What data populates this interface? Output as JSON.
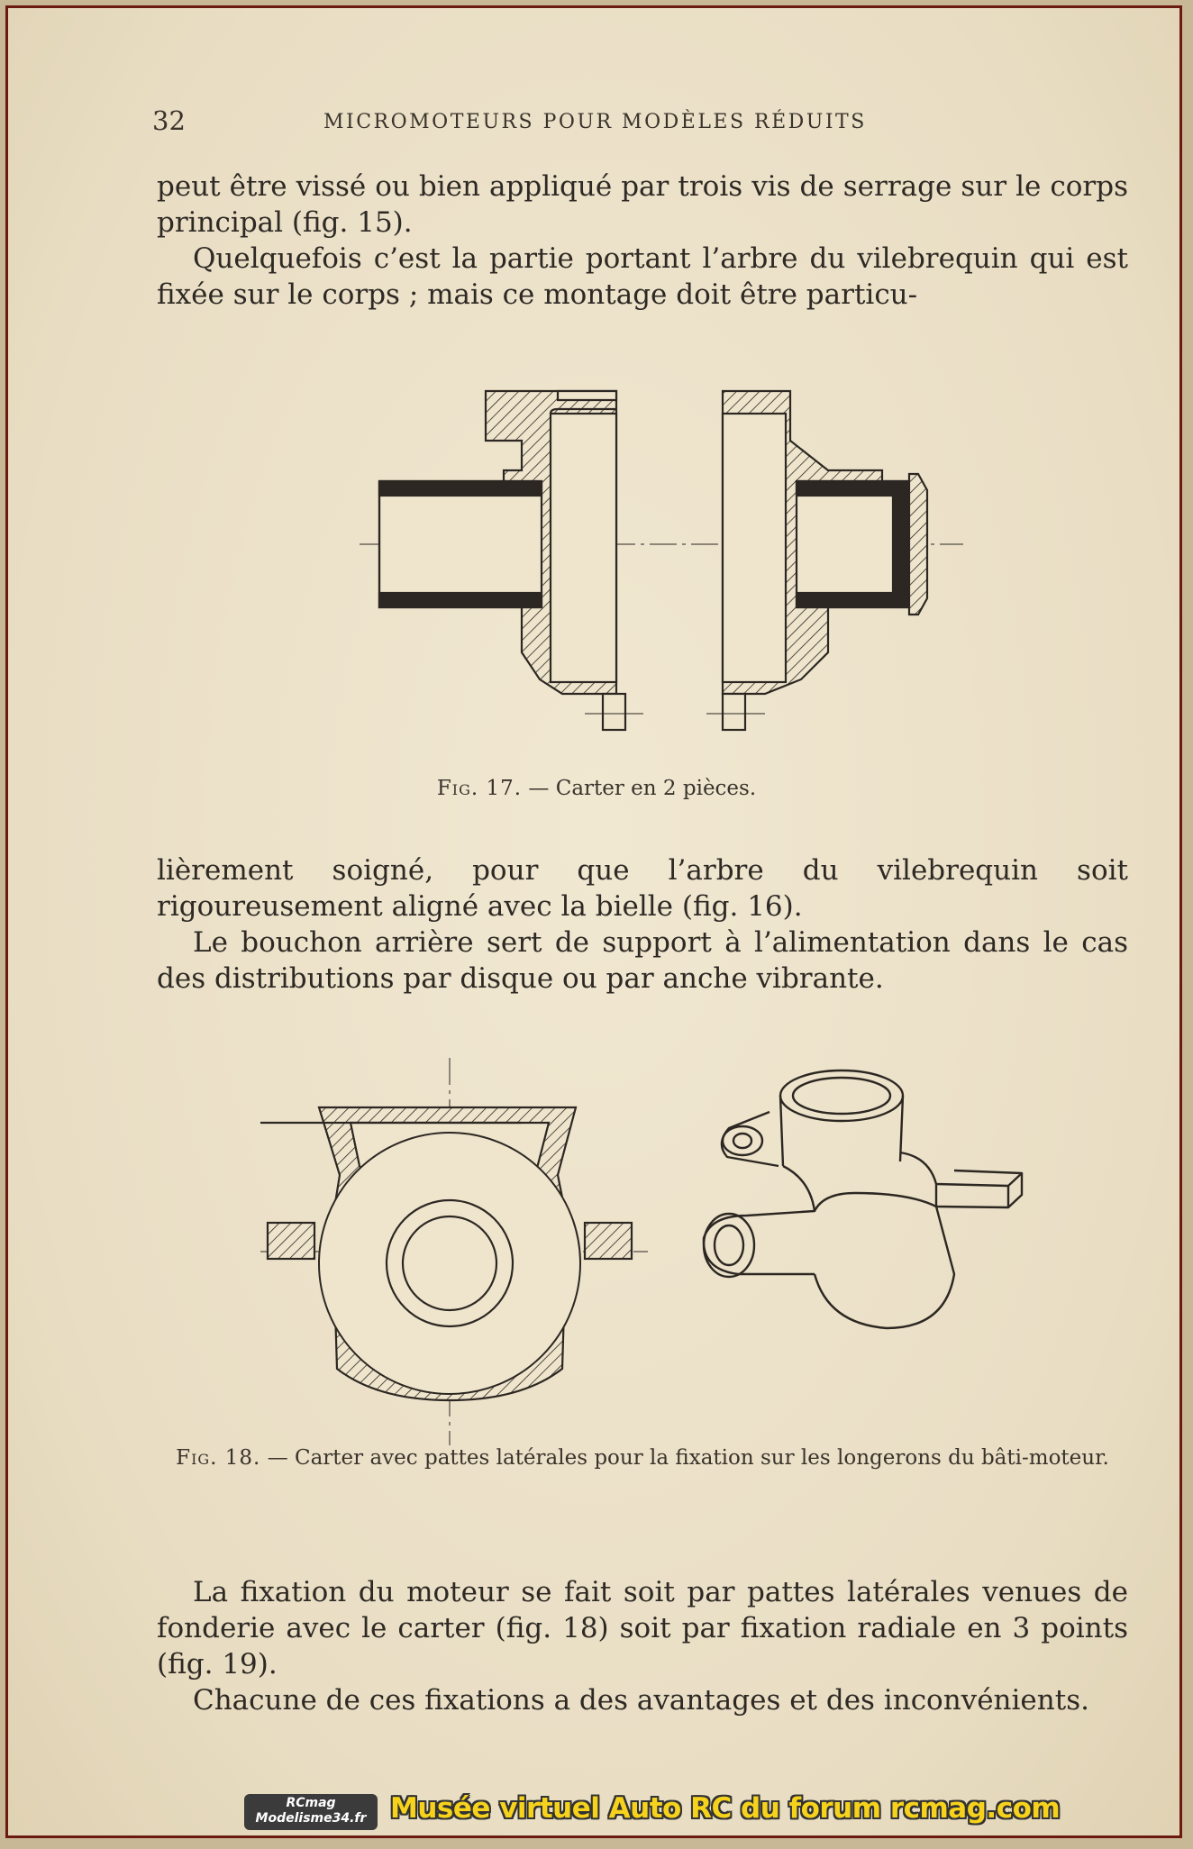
{
  "header": {
    "page_number": "32",
    "running_title": "MICROMOTEURS POUR MODÈLES RÉDUITS"
  },
  "paragraphs": {
    "p1": "peut être vissé ou bien appliqué par trois vis de serrage sur le corps principal (fig. 15).",
    "p2": "Quelquefois c’est la partie portant l’arbre du vilebrequin qui est fixée sur le corps ; mais ce montage doit être particu-",
    "p3": "lièrement soigné, pour que l’arbre du vilebrequin soit rigoureusement aligné avec la bielle (fig. 16).",
    "p4": "Le bouchon arrière sert de support à l’alimentation dans le cas des distributions par disque ou par anche vibrante.",
    "p5": "La fixation du moteur se fait soit par pattes latérales venues de fonderie avec le carter (fig. 18) soit par fixation radiale en 3 points (fig. 19).",
    "p6": "Chacune de ces fixations a des avantages et des inconvénients."
  },
  "figures": {
    "fig17": {
      "label": "Fig. 17.",
      "caption": "— Carter en 2 pièces."
    },
    "fig18": {
      "label": "Fig. 18.",
      "caption": "— Carter avec pattes latérales pour la fixation sur les longerons du bâti-moteur."
    }
  },
  "footer": {
    "logo_top": "RCmag",
    "logo_bottom": "Modelisme34.fr",
    "banner": "Musée virtuel Auto RC du forum rcmag.com"
  },
  "colors": {
    "paper": "#ede3cb",
    "ink": "#2e2924",
    "border": "#6b1a12",
    "banner_text": "#f6d21c"
  }
}
